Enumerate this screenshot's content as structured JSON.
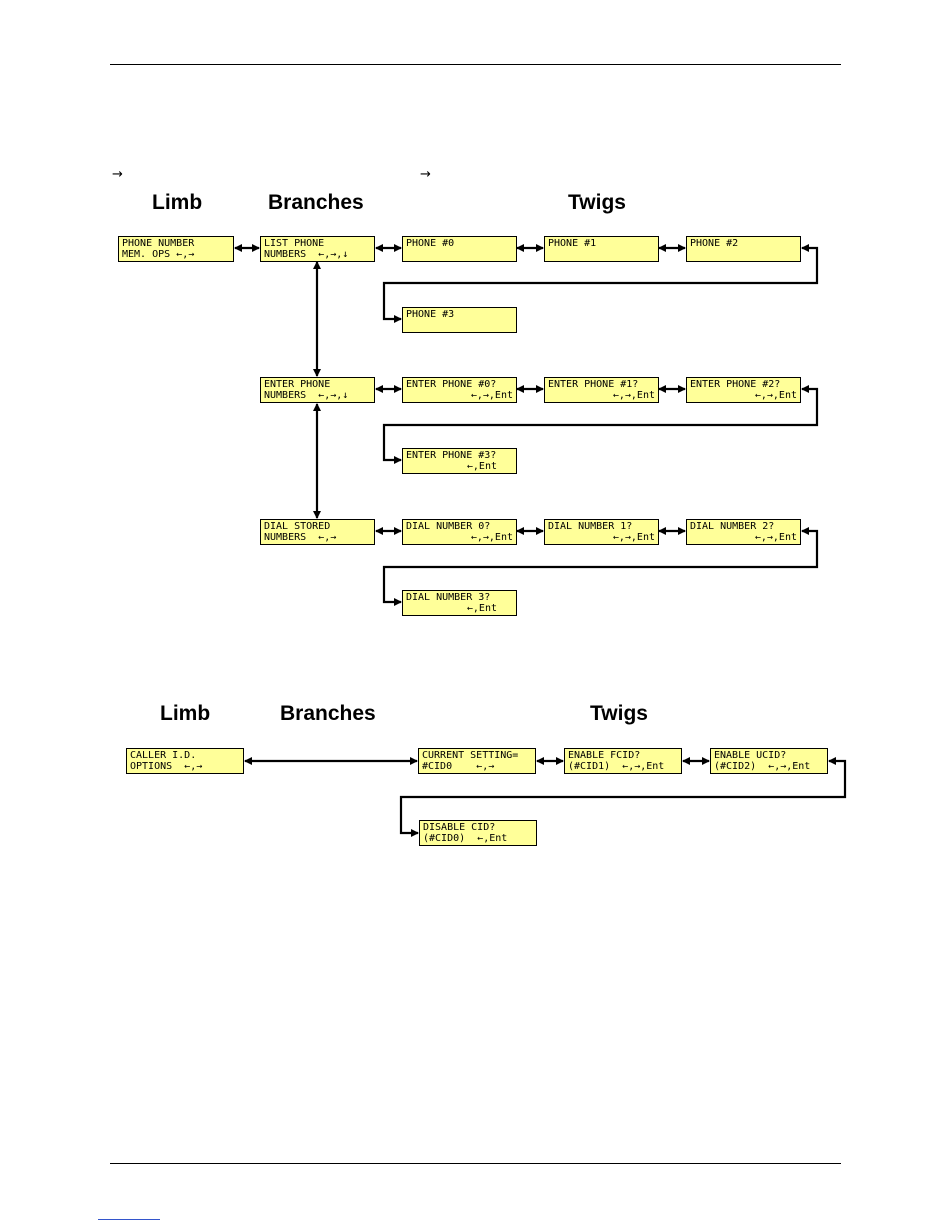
{
  "markers": {
    "glyph": "→"
  },
  "diagram1": {
    "headings": {
      "limb": "Limb",
      "branches": "Branches",
      "twigs": "Twigs"
    },
    "limb": {
      "l1": "PHONE NUMBER",
      "l2": "MEM. OPS ←,→"
    },
    "list_branch": {
      "l1": "LIST PHONE",
      "l2": "NUMBERS  ←,→,↓"
    },
    "phone0": {
      "l1": "PHONE #0",
      "l2": ""
    },
    "phone1": {
      "l1": "PHONE #1",
      "l2": ""
    },
    "phone2": {
      "l1": "PHONE #2",
      "l2": ""
    },
    "phone3": {
      "l1": "PHONE #3",
      "l2": ""
    },
    "enter_branch": {
      "l1": "ENTER PHONE",
      "l2": "NUMBERS  ←,→,↓"
    },
    "enter0": {
      "l1": "ENTER PHONE #0?",
      "l2": "←,→,Ent"
    },
    "enter1": {
      "l1": "ENTER PHONE #1?",
      "l2": "←,→,Ent"
    },
    "enter2": {
      "l1": "ENTER PHONE #2?",
      "l2": "←,→,Ent"
    },
    "enter3": {
      "l1": "ENTER PHONE #3?",
      "l2": "←,Ent"
    },
    "dial_branch": {
      "l1": "DIAL STORED",
      "l2": "NUMBERS  ←,→"
    },
    "dial0": {
      "l1": "DIAL NUMBER 0?",
      "l2": "←,→,Ent"
    },
    "dial1": {
      "l1": "DIAL NUMBER 1?",
      "l2": "←,→,Ent"
    },
    "dial2": {
      "l1": "DIAL NUMBER 2?",
      "l2": "←,→,Ent"
    },
    "dial3": {
      "l1": "DIAL NUMBER 3?",
      "l2": "←,Ent"
    }
  },
  "diagram2": {
    "headings": {
      "limb": "Limb",
      "branches": "Branches",
      "twigs": "Twigs"
    },
    "limb": {
      "l1": "CALLER I.D.",
      "l2": "OPTIONS  ←,→"
    },
    "current": {
      "l1": "CURRENT SETTING=",
      "l2": "#CID0    ←,→"
    },
    "fcid": {
      "l1": "ENABLE FCID?",
      "l2": "(#CID1)  ←,→,Ent"
    },
    "ucid": {
      "l1": "ENABLE UCID?",
      "l2": "(#CID2)  ←,→,Ent"
    },
    "disable": {
      "l1": "DISABLE CID?",
      "l2": "(#CID0)  ←,Ent"
    }
  },
  "colors": {
    "lcd_fill": "#ffff99",
    "line": "#000000"
  }
}
